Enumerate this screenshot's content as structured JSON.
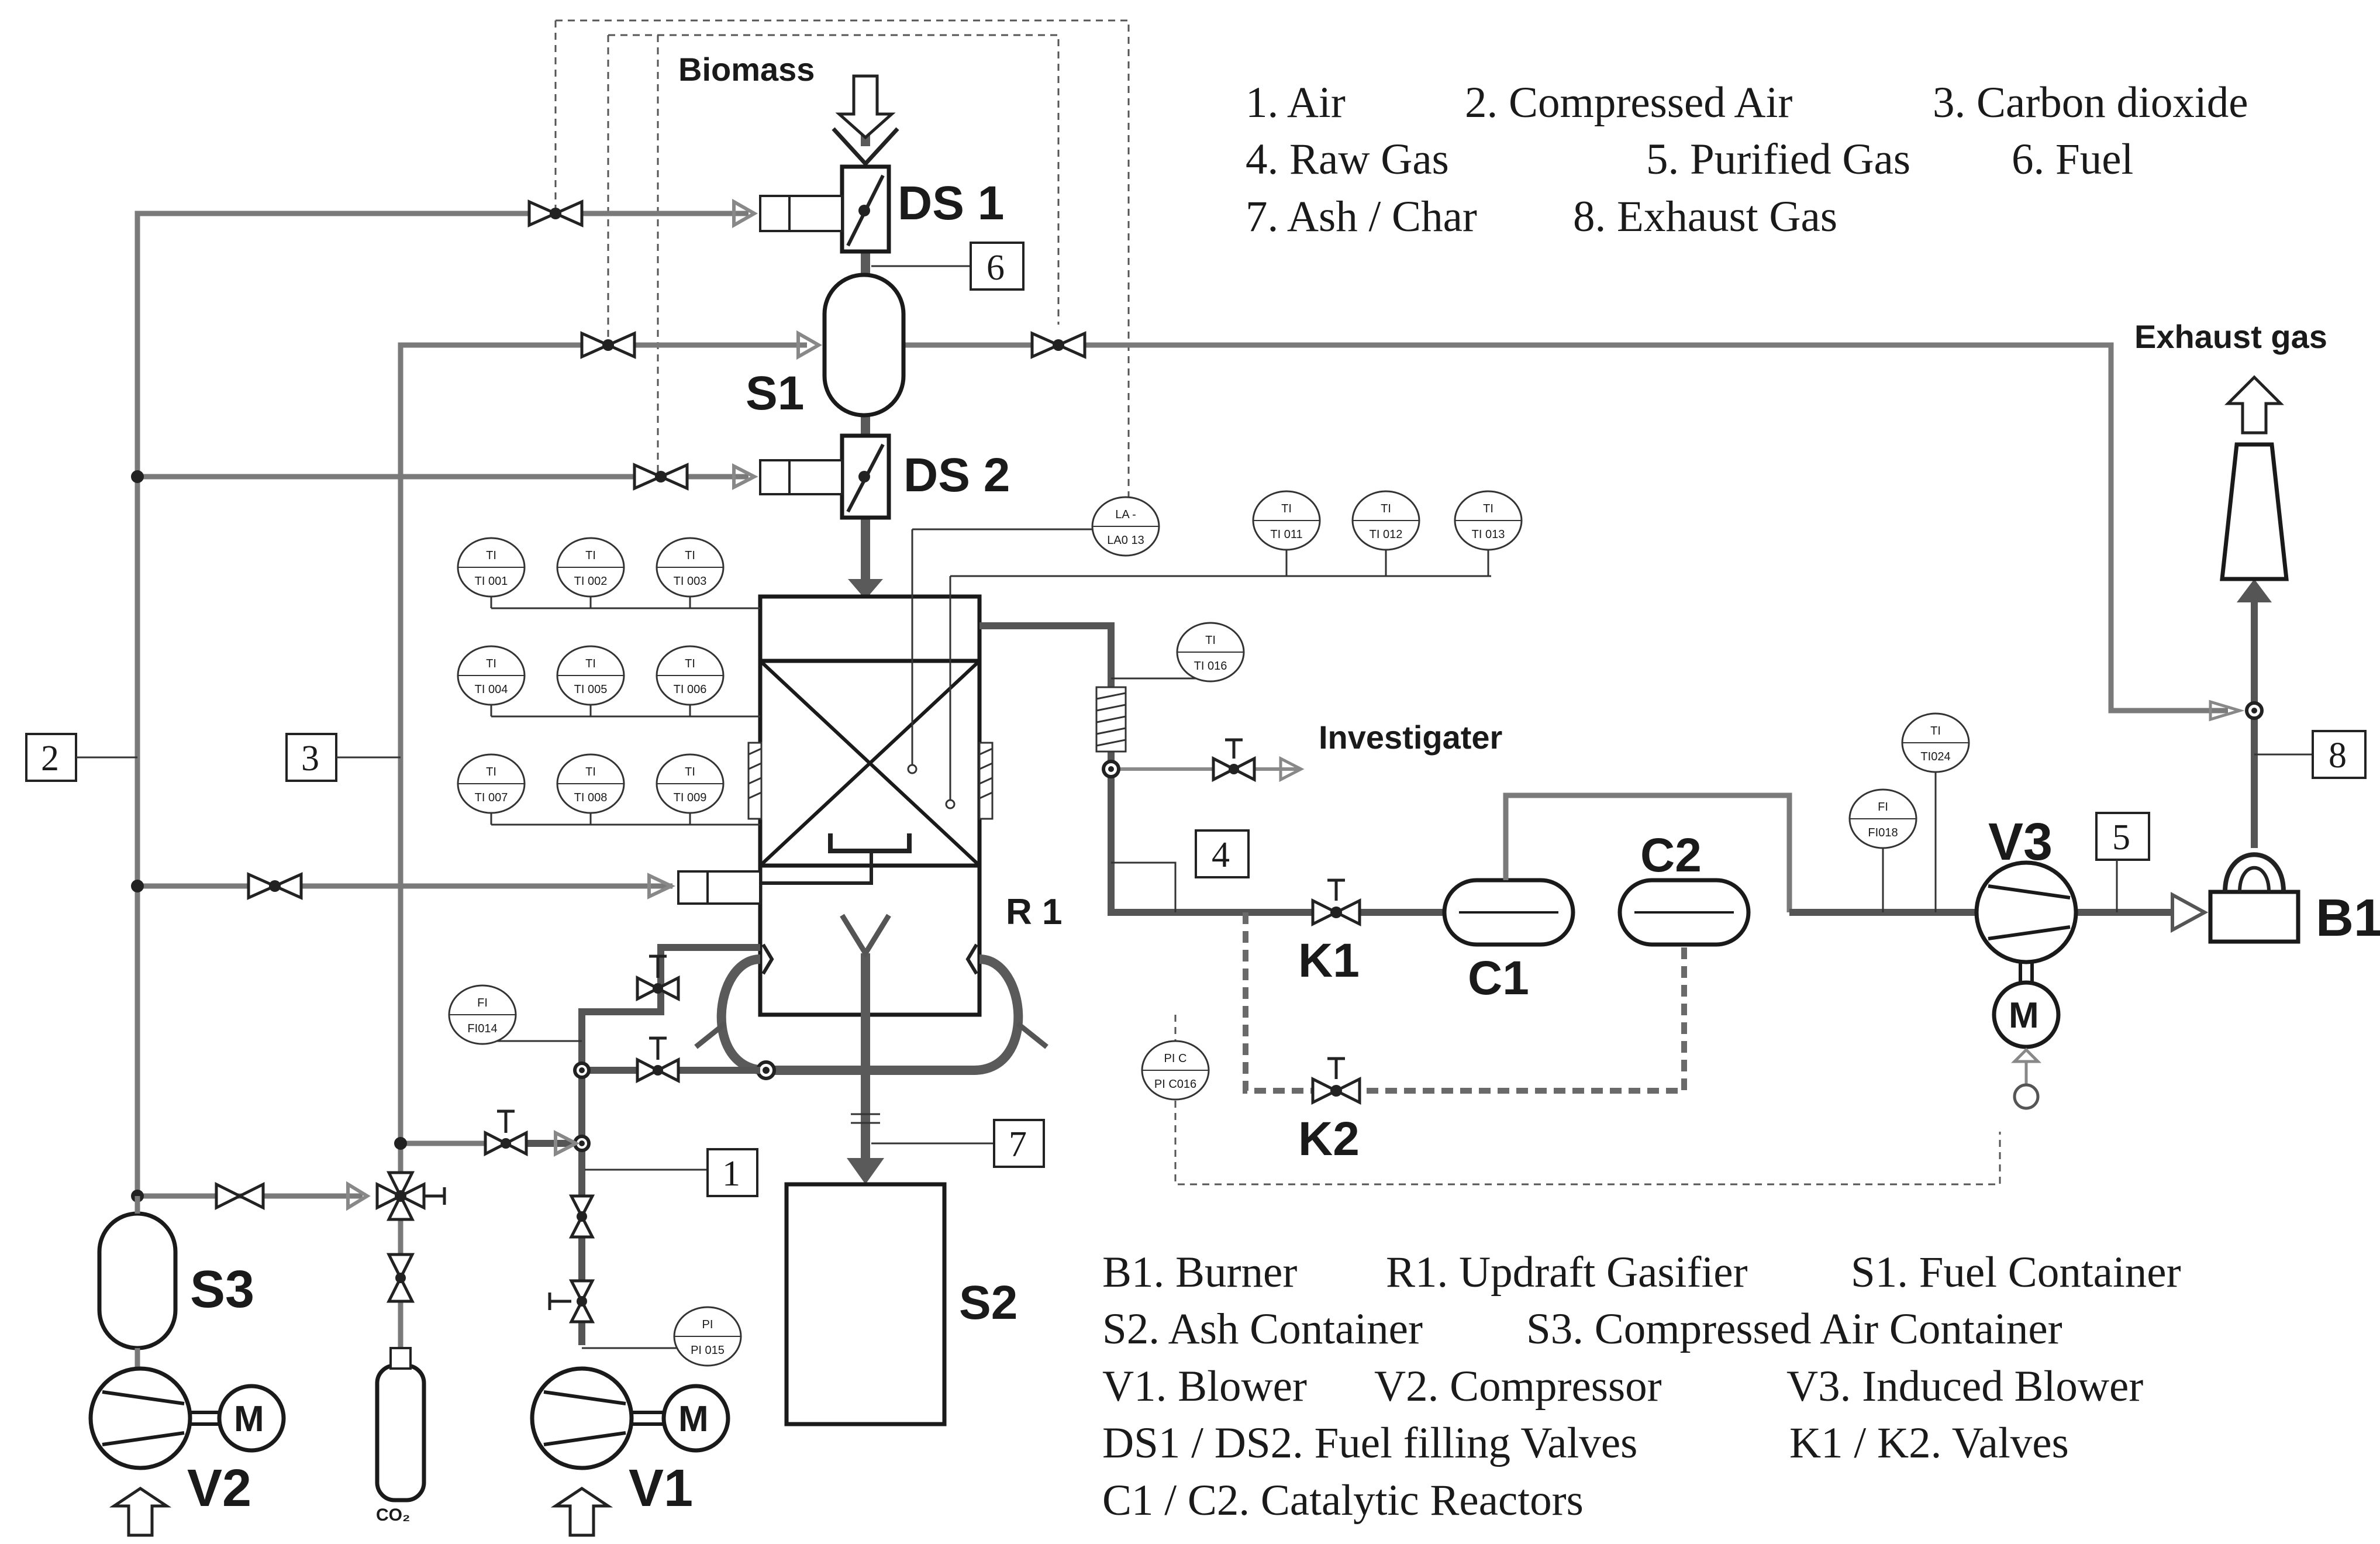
{
  "legend_streams": {
    "row1": [
      "1. Air",
      "2. Compressed Air",
      "3. Carbon dioxide"
    ],
    "row2": [
      "4. Raw Gas",
      "5. Purified Gas",
      "6. Fuel"
    ],
    "row3": [
      "7. Ash / Char",
      "8. Exhaust Gas"
    ]
  },
  "legend_equipment": {
    "row1": [
      "B1. Burner",
      "R1. Updraft Gasifier",
      "S1. Fuel Container"
    ],
    "row2": [
      "S2. Ash Container",
      "S3. Compressed Air Container"
    ],
    "row3": [
      "V1. Blower",
      "V2. Compressor",
      "V3. Induced Blower"
    ],
    "row4": [
      "DS1 / DS2. Fuel filling Valves",
      "K1 / K2. Valves"
    ],
    "row5": [
      "C1 / C2.  Catalytic Reactors"
    ]
  },
  "flow_labels": {
    "biomass": "Biomass",
    "exhaust_gas": "Exhaust gas",
    "investigater": "Investigater"
  },
  "equipment_labels": {
    "ds1": "DS 1",
    "ds2": "DS 2",
    "s1": "S1",
    "s2": "S2",
    "s3": "S3",
    "r1": "R 1",
    "k1": "K1",
    "k2": "K2",
    "c1": "C1",
    "c2": "C2",
    "v1": "V1",
    "v2": "V2",
    "v3": "V3",
    "b1": "B1",
    "motor": "M",
    "co2": "CO₂"
  },
  "stream_numbers": {
    "n1": "1",
    "n2": "2",
    "n3": "3",
    "n4": "4",
    "n5": "5",
    "n6": "6",
    "n7": "7",
    "n8": "8"
  },
  "instruments": {
    "ti001": {
      "tag": "TI",
      "id": "TI 001"
    },
    "ti002": {
      "tag": "TI",
      "id": "TI 002"
    },
    "ti003": {
      "tag": "TI",
      "id": "TI 003"
    },
    "ti004": {
      "tag": "TI",
      "id": "TI 004"
    },
    "ti005": {
      "tag": "TI",
      "id": "TI 005"
    },
    "ti006": {
      "tag": "TI",
      "id": "TI 006"
    },
    "ti007": {
      "tag": "TI",
      "id": "TI 007"
    },
    "ti008": {
      "tag": "TI",
      "id": "TI 008"
    },
    "ti009": {
      "tag": "TI",
      "id": "TI 009"
    },
    "ti011": {
      "tag": "TI",
      "id": "TI 011"
    },
    "ti012": {
      "tag": "TI",
      "id": "TI 012"
    },
    "ti013": {
      "tag": "TI",
      "id": "TI 013"
    },
    "ti016": {
      "tag": "TI",
      "id": "TI 016"
    },
    "ti024": {
      "tag": "TI",
      "id": "TI024"
    },
    "la013": {
      "tag": "LA -",
      "id": "LA0 13"
    },
    "fi014": {
      "tag": "FI",
      "id": "FI014"
    },
    "fi018": {
      "tag": "FI",
      "id": "FI018"
    },
    "pi015": {
      "tag": "PI",
      "id": "PI 015"
    },
    "pic016": {
      "tag": "PI C",
      "id": "PI C016"
    }
  }
}
